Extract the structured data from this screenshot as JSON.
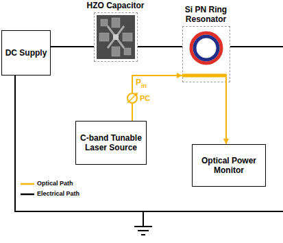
{
  "diagram": {
    "nodes": [
      {
        "text": [
          "DC Supply"
        ]
      },
      {
        "text": [
          "HZO Capacitor"
        ]
      },
      {
        "text": [
          "Si PN Ring Resonator"
        ]
      },
      {
        "text": [
          "C-band Tunable Laser Source"
        ]
      },
      {
        "text": [
          "Optical Power Monitor"
        ]
      }
    ],
    "edges": [
      {
        "from": 0,
        "to": 1,
        "arrow": "none"
      },
      {
        "from": 1,
        "to": 2,
        "arrow": "none"
      },
      {
        "from": 3,
        "to": 2,
        "arrow": "to"
      },
      {
        "from": 2,
        "to": 4,
        "arrow": "to"
      }
    ],
    "labels": [
      "P",
      "in",
      "PC"
    ],
    "legend": [
      {
        "text": "Optical Path"
      },
      {
        "text": "Electrical Path"
      }
    ]
  }
}
